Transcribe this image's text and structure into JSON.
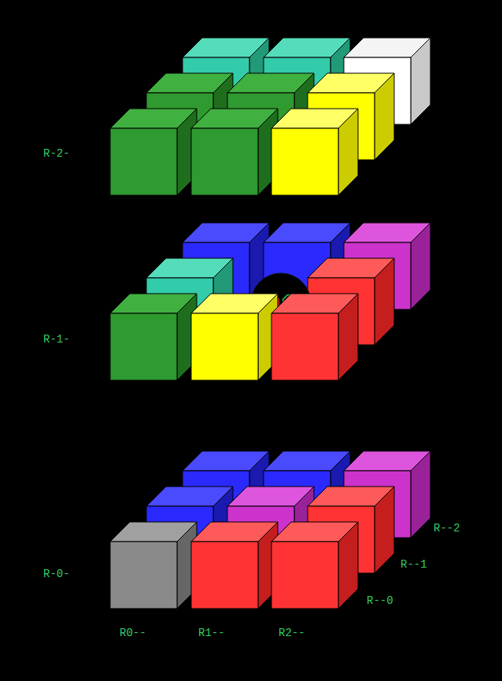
{
  "diagram": {
    "labels": [
      "R-2-",
      "R-1-",
      "R--2",
      "R-0-",
      "R--1",
      "R--0",
      "R0--",
      "R1--",
      "R2--"
    ]
  }
}
